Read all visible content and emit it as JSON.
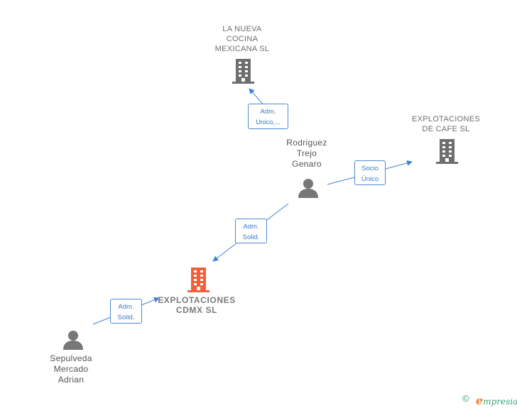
{
  "nodes": {
    "la_nueva": {
      "lines": [
        "LA NUEVA",
        "COCINA",
        "MEXICANA  SL"
      ],
      "color": "#6e6e6e"
    },
    "cafe": {
      "lines": [
        "EXPLOTACIONES",
        "DE CAFE  SL"
      ],
      "color": "#6e6e6e"
    },
    "cdmx": {
      "lines": [
        "EXPLOTACIONES",
        "CDMX  SL"
      ],
      "color": "#f2603a"
    },
    "rodriguez": {
      "lines": [
        "Rodriguez",
        "Trejo",
        "Genaro"
      ]
    },
    "sepulveda": {
      "lines": [
        "Sepulveda",
        "Mercado",
        "Adrian"
      ]
    }
  },
  "edges": {
    "rodriguez_la_nueva": {
      "lines": [
        "Adm.",
        "Unico,..."
      ]
    },
    "rodriguez_cafe": {
      "lines": [
        "Socio",
        "Único"
      ]
    },
    "rodriguez_cdmx": {
      "lines": [
        "Adm.",
        "Solid."
      ]
    },
    "sepulveda_cdmx": {
      "lines": [
        "Adm.",
        "Solid."
      ]
    }
  },
  "colors": {
    "edge": "#3f83d6",
    "company": "#6e6e6e",
    "focus_company": "#f2603a",
    "person": "#777777"
  },
  "footer": {
    "copyright_symbol": "©",
    "brand_initial": "e",
    "brand_rest": "mpresia"
  }
}
